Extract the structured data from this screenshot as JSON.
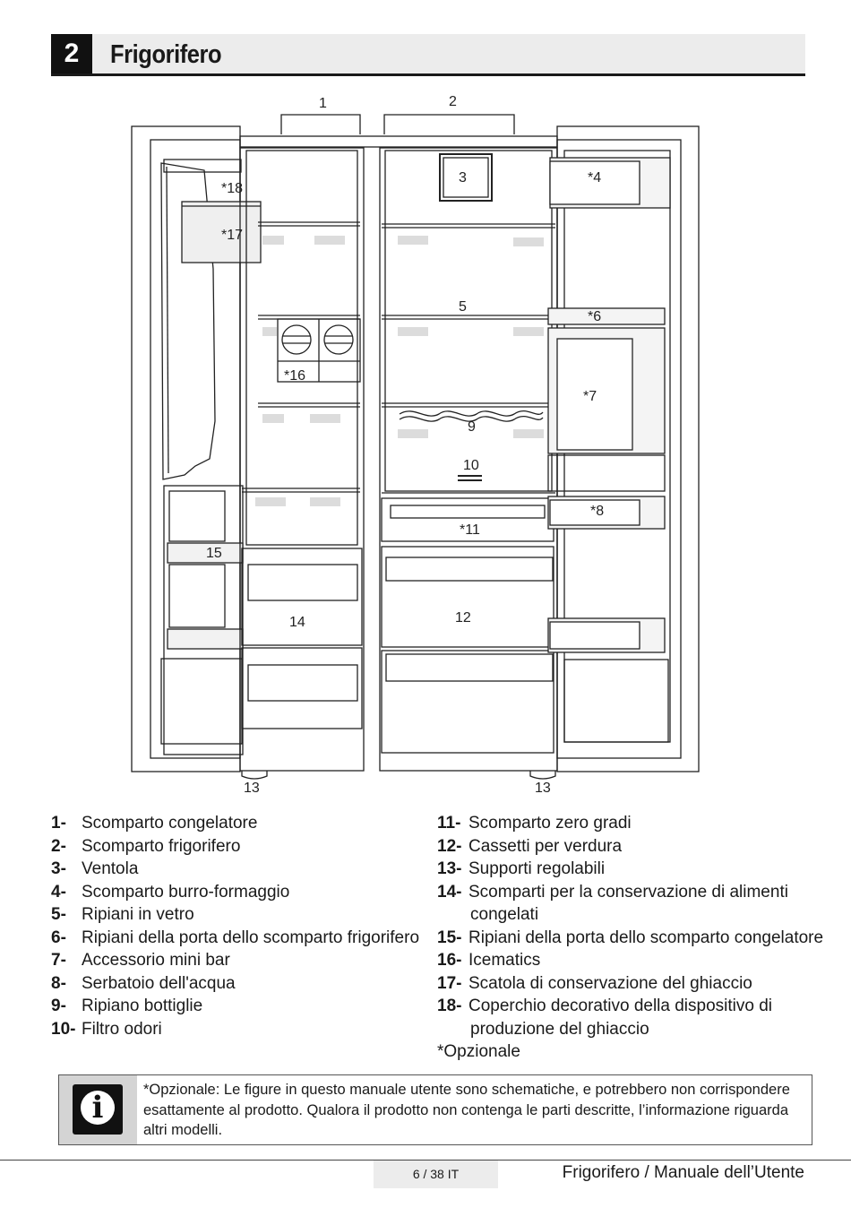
{
  "section": {
    "number": "2",
    "title": "Frigorifero"
  },
  "diagram": {
    "labels": {
      "l1": "1",
      "l2": "2",
      "l3": "3",
      "l4": "*4",
      "l5": "5",
      "l6": "*6",
      "l7": "*7",
      "l8": "*8",
      "l9": "9",
      "l10": "10",
      "l11": "*11",
      "l12": "12",
      "l13a": "13",
      "l13b": "13",
      "l14": "14",
      "l15": "15",
      "l16": "*16",
      "l17": "*17",
      "l18": "*18"
    }
  },
  "legend_left": [
    {
      "num": "1-",
      "text": "Scomparto congelatore"
    },
    {
      "num": "2-",
      "text": "Scomparto frigorifero"
    },
    {
      "num": "3-",
      "text": "Ventola"
    },
    {
      "num": "4-",
      "text": "Scomparto burro-formaggio"
    },
    {
      "num": "5-",
      "text": "Ripiani in vetro"
    },
    {
      "num": "6-",
      "text": "Ripiani della porta dello scomparto frigorifero"
    },
    {
      "num": "7-",
      "text": "Accessorio mini bar"
    },
    {
      "num": "8-",
      "text": "Serbatoio dell'acqua"
    },
    {
      "num": "9-",
      "text": "Ripiano bottiglie"
    },
    {
      "num": "10-",
      "text": "Filtro odori"
    }
  ],
  "legend_right": [
    {
      "num": "11-",
      "text": "Scomparto zero gradi"
    },
    {
      "num": "12-",
      "text": "Cassetti per verdura"
    },
    {
      "num": "13-",
      "text": "Supporti regolabili"
    },
    {
      "num": "14-",
      "text": "Scomparti per la conservazione di alimenti",
      "cont": "congelati"
    },
    {
      "num": "15-",
      "text": "Ripiani della porta dello scomparto congelatore"
    },
    {
      "num": "16-",
      "text": "Icematics"
    },
    {
      "num": "17-",
      "text": "Scatola di conservazione del ghiaccio"
    },
    {
      "num": "18-",
      "text": "Coperchio decorativo della dispositivo di",
      "cont": "produzione del ghiaccio"
    }
  ],
  "optional_note": "*Opzionale",
  "info": {
    "icon": "info-icon",
    "text": "*Opzionale: Le figure in questo manuale utente sono schematiche, e potrebbero non corrispondere esattamente al prodotto. Qualora il prodotto non contenga le parti descritte, l’informazione riguarda altri modelli."
  },
  "footer": {
    "page": "6 / 38  IT",
    "title": "Frigorifero / Manuale dell’Utente"
  }
}
